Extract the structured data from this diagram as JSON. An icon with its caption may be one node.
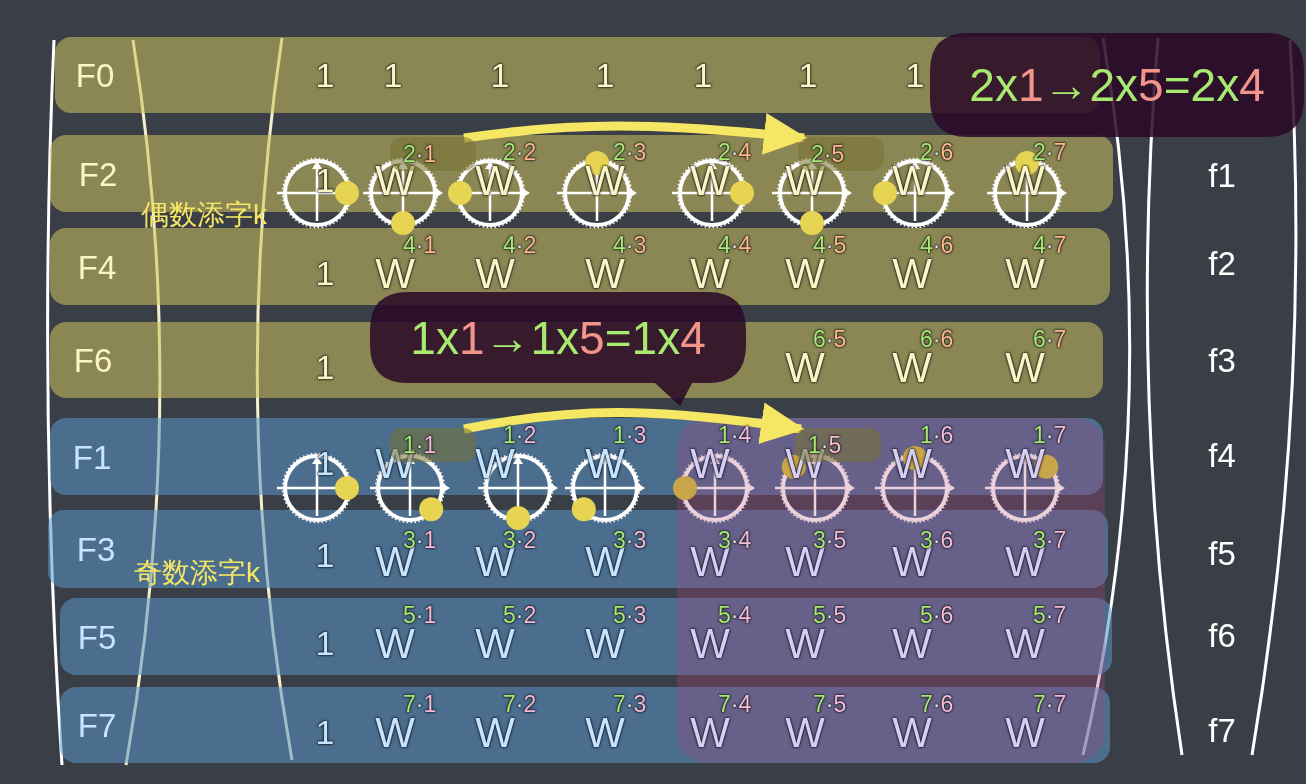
{
  "diagram": {
    "nodes": [
      {
        "text": [
          "F0",
          "1",
          "1",
          "1",
          "1",
          "1",
          "1",
          "1"
        ]
      },
      {
        "text": [
          "F2",
          "1",
          "W",
          "W",
          "2·2",
          "W",
          "2·3",
          "W",
          "2·4",
          "W",
          "W",
          "2·6",
          "W",
          "2·7"
        ]
      },
      {
        "text": [
          "F4",
          "1",
          "W",
          "4·1",
          "W",
          "4·2",
          "W",
          "4·3",
          "W",
          "4·4",
          "W",
          "4·5",
          "W",
          "4·6",
          "W",
          "4·7"
        ]
      },
      {
        "text": [
          "F6",
          "1",
          "W",
          "6·5",
          "W",
          "6·6",
          "W",
          "6·7"
        ]
      },
      {
        "text": [
          "F1",
          "1",
          "W",
          "W",
          "1·2",
          "W",
          "1·3",
          "W",
          "1·4",
          "W",
          "W",
          "1·6",
          "W",
          "1·7"
        ]
      },
      {
        "text": [
          "F3",
          "1",
          "W",
          "3·1",
          "W",
          "3·2",
          "W",
          "3·3",
          "W",
          "3·4",
          "W",
          "3·5",
          "W",
          "3·6",
          "W",
          "3·7"
        ]
      },
      {
        "text": [
          "F5",
          "1",
          "W",
          "5·1",
          "W",
          "5·2",
          "W",
          "5·3",
          "W",
          "5·4",
          "W",
          "5·5",
          "W",
          "5·6",
          "W",
          "5·7"
        ]
      },
      {
        "text": [
          "F7",
          "1",
          "W",
          "7·1",
          "W",
          "7·2",
          "W",
          "7·3",
          "W",
          "7·4",
          "W",
          "7·5",
          "W",
          "7·6",
          "W",
          "7·7"
        ]
      },
      {
        "text": [
          "2·1"
        ],
        "in": 1
      },
      {
        "text": [
          "2·5"
        ],
        "in": 1
      },
      {
        "text": [
          "1·1"
        ],
        "in": 4
      },
      {
        "text": [
          "1·5"
        ],
        "in": 4
      },
      {
        "text": [
          "2x1→2x5=2x4"
        ]
      },
      {
        "text": [
          "1x1→1x5=1x4"
        ]
      }
    ],
    "edges": [
      {
        "from": 8,
        "to": 9,
        "arrow": "to"
      },
      {
        "from": 10,
        "to": 11,
        "arrow": "to"
      }
    ],
    "labels": [
      "f1",
      "偶数添字k",
      "f2",
      "f3",
      "f4",
      "f5",
      "奇数添字k",
      "f6",
      "f7"
    ]
  }
}
